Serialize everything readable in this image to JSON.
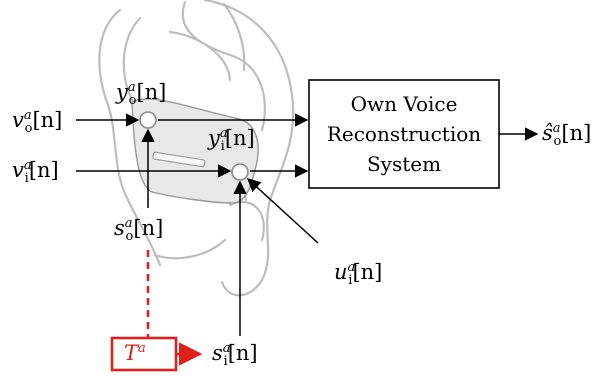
{
  "system": {
    "line1": "Own Voice",
    "line2": "Reconstruction",
    "line3": "System"
  },
  "signals": {
    "v_o": {
      "sym": "v",
      "sub": "o",
      "sup": "a",
      "arg": "[n]"
    },
    "v_i": {
      "sym": "v",
      "sub": "i",
      "sup": "a",
      "arg": "[n]"
    },
    "y_o": {
      "sym": "y",
      "sub": "o",
      "sup": "a",
      "arg": "[n]"
    },
    "y_i": {
      "sym": "y",
      "sub": "i",
      "sup": "a",
      "arg": "[n]"
    },
    "s_o": {
      "sym": "s",
      "sub": "o",
      "sup": "a",
      "arg": "[n]"
    },
    "u_i": {
      "sym": "u",
      "sub": "i",
      "sup": "a",
      "arg": "[n]"
    },
    "s_i": {
      "sym": "s",
      "sub": "i",
      "sup": "a",
      "arg": "[n]"
    },
    "shat_o": {
      "sym": "ŝ",
      "sub": "o",
      "sup": "a",
      "arg": "[n]"
    },
    "T": {
      "sym": "T",
      "sup": "a"
    }
  },
  "colors": {
    "transfer": "#e0201b",
    "ear": "#b4b4b4",
    "device": "#e6e6e6"
  }
}
